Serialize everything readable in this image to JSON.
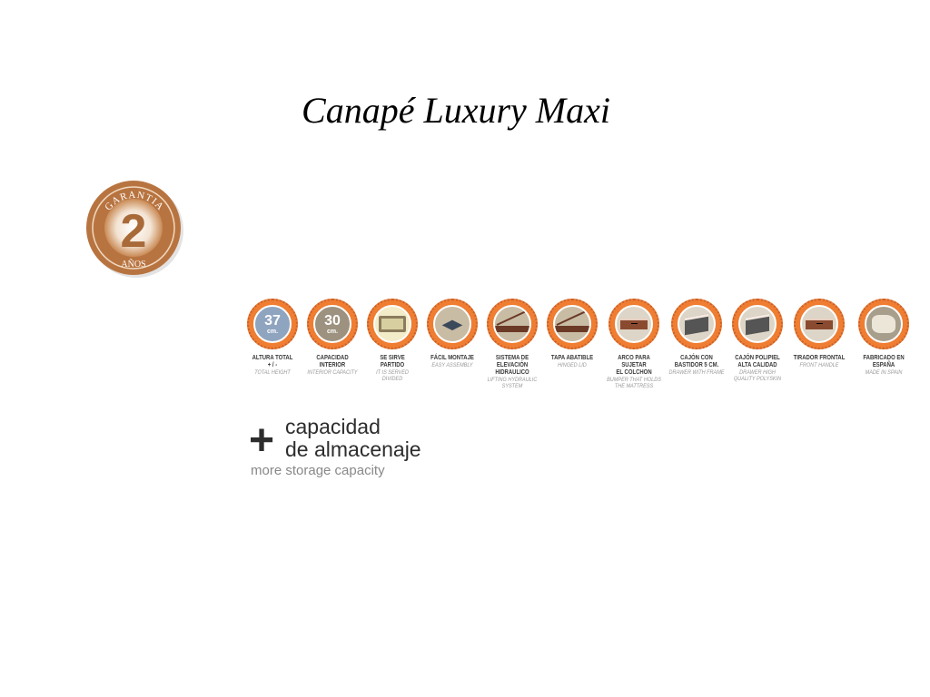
{
  "title": "Canapé Luxury Maxi",
  "warranty": {
    "top": "GARANTIA",
    "number": "2",
    "bottom": "AÑOS"
  },
  "features": [
    {
      "label": "ALTURA TOTAL\n+ / -",
      "sub": "TOTAL HEIGHT",
      "icon": "height-icon",
      "value": "37",
      "unit": "cm.",
      "fill": "#8fa4bf"
    },
    {
      "label": "CAPACIDAD\nINTERIOR",
      "sub": "INTERIOR CAPACITY",
      "icon": "capacity-icon",
      "value": "30",
      "unit": "cm.",
      "fill": "#9d927f"
    },
    {
      "label": "SE SIRVE\nPARTIDO",
      "sub": "IT IS SERVED\nDIVIDED",
      "icon": "divided-base-icon",
      "fill": "#f3ecc8"
    },
    {
      "label": "FÁCIL MONTAJE",
      "sub": "EASY ASSEMBLY",
      "icon": "assembly-icon",
      "fill": "#c9bca5"
    },
    {
      "label": "SISTEMA DE ELEVACIÓN\nHIDRAULICO",
      "sub": "LIFTING HYDRAULIC\nSYSTEM",
      "icon": "hydraulic-lift-icon",
      "fill": "#c9bca5"
    },
    {
      "label": "TAPA ABATIBLE",
      "sub": "HINGED LID",
      "icon": "hinged-lid-icon",
      "fill": "#c9bca5"
    },
    {
      "label": "ARCO PARA SUJETAR\nEL COLCHON",
      "sub": "BUMPER THAT HOLDS\nTHE MATTRESS",
      "icon": "bumper-icon",
      "fill": "#ddd6c8"
    },
    {
      "label": "CAJÓN CON\nBASTIDOR 5 CM.",
      "sub": "DRAWER WITH FRAME",
      "icon": "drawer-frame-icon",
      "fill": "#ddd6c8"
    },
    {
      "label": "CAJÓN POLIPIEL\nALTA CALIDAD",
      "sub": "DRAWER HIGH\nQUALITY POLYSKIN",
      "icon": "polyskin-drawer-icon",
      "fill": "#ddd6c8"
    },
    {
      "label": "TIRADOR FRONTAL",
      "sub": "FRONT HANDLE",
      "icon": "front-handle-icon",
      "fill": "#ddd6c8"
    },
    {
      "label": "FABRICADO EN\nESPAÑA",
      "sub": "MADE IN SPAIN",
      "icon": "spain-map-icon",
      "fill": "#a89e8c"
    }
  ],
  "storage": {
    "symbol": "+",
    "line1": "capacidad",
    "line2": "de almacenaje",
    "sub": "more storage capacity"
  }
}
